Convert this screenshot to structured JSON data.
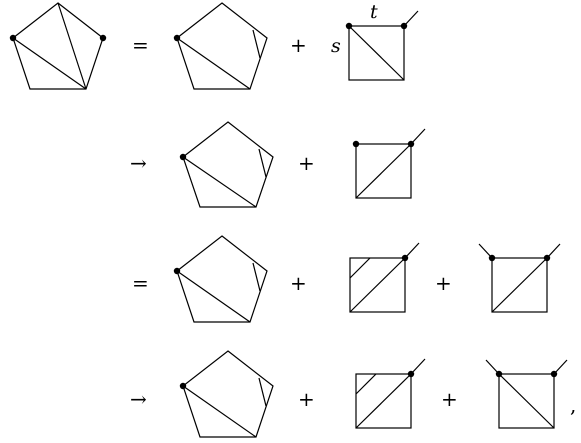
{
  "rows": [
    {
      "relation": "=",
      "lhs": "pentagon with two chords and two marked vertices",
      "terms": [
        {
          "sign": "",
          "kind": "pentagon-with-chord-and-corner-cut"
        },
        {
          "sign": "+",
          "coefficient": "s",
          "kind": "box-diagonal-down",
          "top_label": "t"
        }
      ]
    },
    {
      "relation": "→",
      "terms": [
        {
          "sign": "",
          "kind": "pentagon-with-chord-and-corner-cut"
        },
        {
          "sign": "+",
          "kind": "box-diagonal-up"
        }
      ]
    },
    {
      "relation": "=",
      "terms": [
        {
          "sign": "",
          "kind": "pentagon-with-chord-and-corner-cut"
        },
        {
          "sign": "+",
          "kind": "box-diagonal-up-with-corner-cut"
        },
        {
          "sign": "+",
          "kind": "box-diagonal-up-two-legs"
        }
      ]
    },
    {
      "relation": "→",
      "terms": [
        {
          "sign": "",
          "kind": "pentagon-with-chord-and-corner-cut"
        },
        {
          "sign": "+",
          "kind": "box-diagonal-up-with-corner-cut"
        },
        {
          "sign": "+",
          "kind": "box-diagonal-down-two-legs"
        }
      ],
      "trailing": ","
    }
  ]
}
